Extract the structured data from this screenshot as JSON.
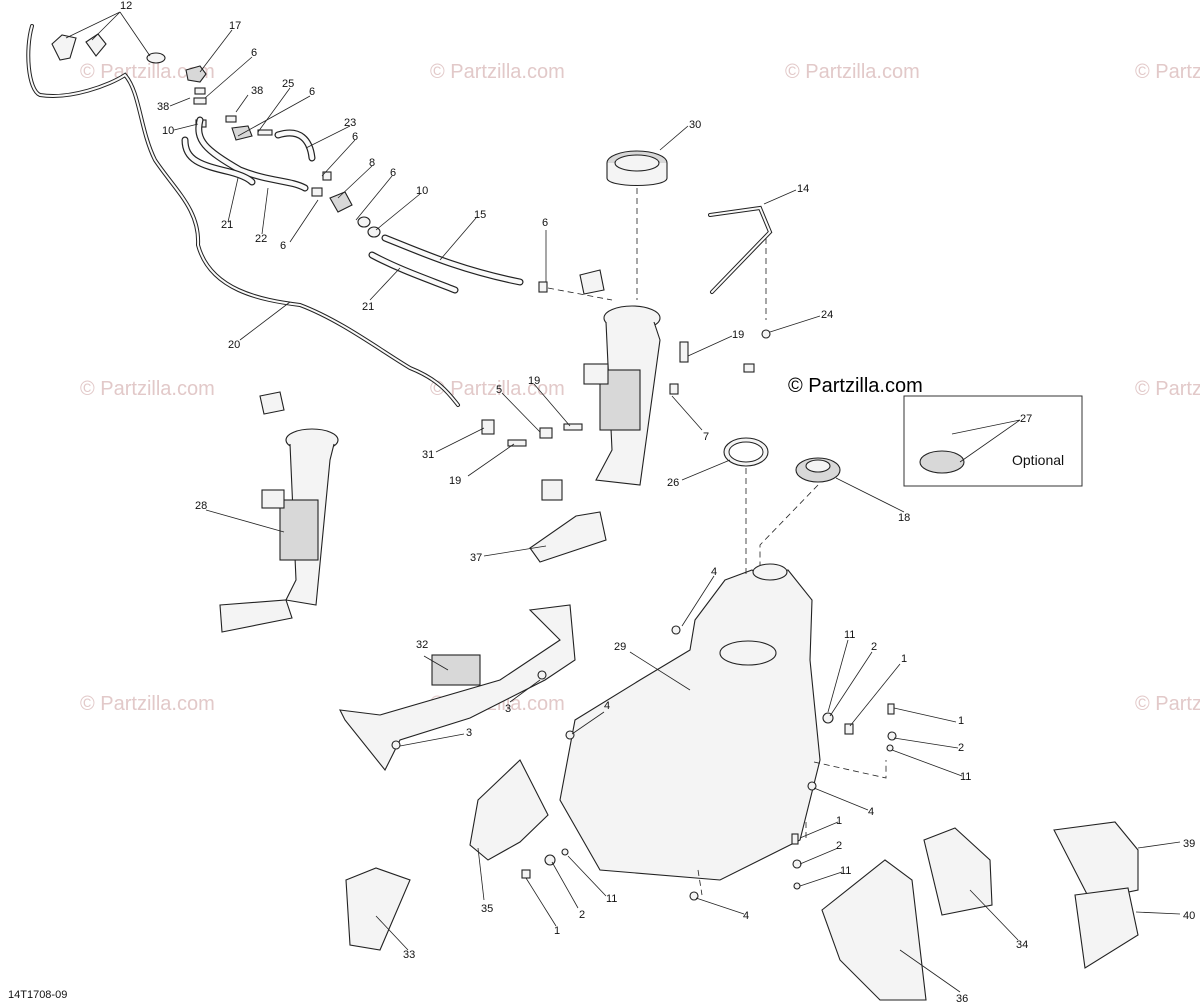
{
  "diagram": {
    "code": "14T1708-09",
    "optional_label": "Optional",
    "watermark": "© Partzilla.com",
    "watermark_main": "© Partzilla.com",
    "callouts": [
      "12",
      "17",
      "6",
      "38",
      "38",
      "25",
      "6",
      "10",
      "23",
      "6",
      "8",
      "6",
      "10",
      "21",
      "22",
      "6",
      "15",
      "21",
      "6",
      "20",
      "30",
      "14",
      "24",
      "19",
      "7",
      "5",
      "19",
      "31",
      "19",
      "27",
      "28",
      "26",
      "18",
      "37",
      "4",
      "29",
      "32",
      "3",
      "3",
      "11",
      "2",
      "1",
      "4",
      "1",
      "2",
      "11",
      "4",
      "1",
      "2",
      "11",
      "4",
      "35",
      "33",
      "2",
      "1",
      "11",
      "34",
      "36",
      "39",
      "40"
    ]
  }
}
